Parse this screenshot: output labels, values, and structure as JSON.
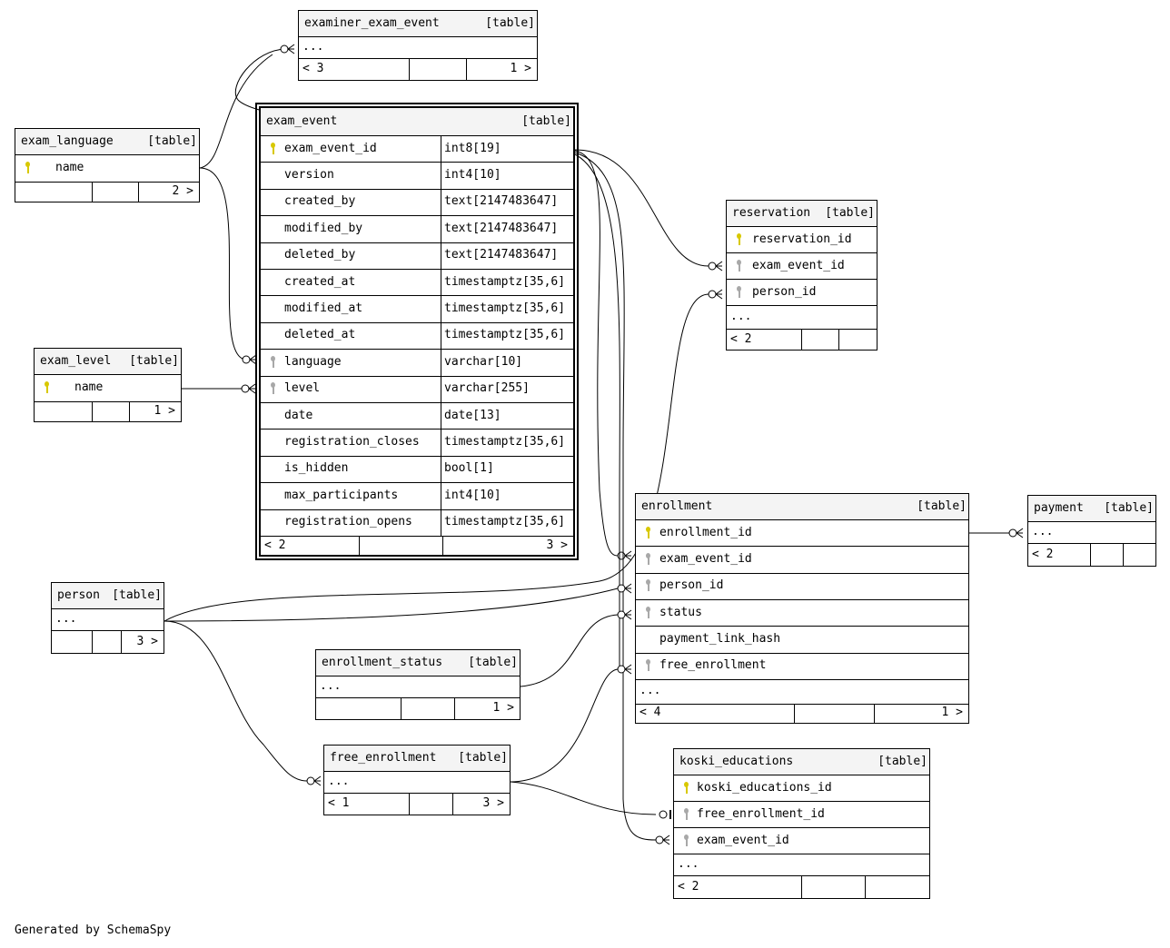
{
  "footer": "Generated by SchemaSpy",
  "table_tag": "[table]",
  "tables": {
    "examiner_exam_event": {
      "name": "examiner_exam_event",
      "ellipsis": "...",
      "parents": "< 3",
      "children": "1 >"
    },
    "exam_language": {
      "name": "exam_language",
      "columns": [
        {
          "name": "name",
          "key": "pk"
        }
      ],
      "children": "2 >"
    },
    "exam_level": {
      "name": "exam_level",
      "columns": [
        {
          "name": "name",
          "key": "pk"
        }
      ],
      "children": "1 >"
    },
    "exam_event": {
      "name": "exam_event",
      "columns": [
        {
          "name": "exam_event_id",
          "type": "int8[19]",
          "key": "pk"
        },
        {
          "name": "version",
          "type": "int4[10]",
          "key": ""
        },
        {
          "name": "created_by",
          "type": "text[2147483647]",
          "key": ""
        },
        {
          "name": "modified_by",
          "type": "text[2147483647]",
          "key": ""
        },
        {
          "name": "deleted_by",
          "type": "text[2147483647]",
          "key": ""
        },
        {
          "name": "created_at",
          "type": "timestamptz[35,6]",
          "key": ""
        },
        {
          "name": "modified_at",
          "type": "timestamptz[35,6]",
          "key": ""
        },
        {
          "name": "deleted_at",
          "type": "timestamptz[35,6]",
          "key": ""
        },
        {
          "name": "language",
          "type": "varchar[10]",
          "key": "fk"
        },
        {
          "name": "level",
          "type": "varchar[255]",
          "key": "fk"
        },
        {
          "name": "date",
          "type": "date[13]",
          "key": ""
        },
        {
          "name": "registration_closes",
          "type": "timestamptz[35,6]",
          "key": ""
        },
        {
          "name": "is_hidden",
          "type": "bool[1]",
          "key": ""
        },
        {
          "name": "max_participants",
          "type": "int4[10]",
          "key": ""
        },
        {
          "name": "registration_opens",
          "type": "timestamptz[35,6]",
          "key": ""
        }
      ],
      "parents": "< 2",
      "children": "3 >"
    },
    "reservation": {
      "name": "reservation",
      "columns": [
        {
          "name": "reservation_id",
          "key": "pk"
        },
        {
          "name": "exam_event_id",
          "key": "fk"
        },
        {
          "name": "person_id",
          "key": "fk"
        }
      ],
      "ellipsis": "...",
      "parents": "< 2"
    },
    "enrollment": {
      "name": "enrollment",
      "columns": [
        {
          "name": "enrollment_id",
          "key": "pk"
        },
        {
          "name": "exam_event_id",
          "key": "fk"
        },
        {
          "name": "person_id",
          "key": "fk"
        },
        {
          "name": "status",
          "key": "fk"
        },
        {
          "name": "payment_link_hash",
          "key": ""
        },
        {
          "name": "free_enrollment",
          "key": "fk"
        }
      ],
      "ellipsis": "...",
      "parents": "< 4",
      "children": "1 >"
    },
    "payment": {
      "name": "payment",
      "ellipsis": "...",
      "parents": "< 2"
    },
    "person": {
      "name": "person",
      "ellipsis": "...",
      "children": "3 >"
    },
    "enrollment_status": {
      "name": "enrollment_status",
      "ellipsis": "...",
      "children": "1 >"
    },
    "free_enrollment": {
      "name": "free_enrollment",
      "ellipsis": "...",
      "parents": "< 1",
      "children": "3 >"
    },
    "koski_educations": {
      "name": "koski_educations",
      "columns": [
        {
          "name": "koski_educations_id",
          "key": "pk"
        },
        {
          "name": "free_enrollment_id",
          "key": "fk"
        },
        {
          "name": "exam_event_id",
          "key": "fk"
        }
      ],
      "ellipsis": "...",
      "parents": "< 2"
    }
  },
  "relationships": [
    {
      "from": "exam_event.exam_event_id",
      "to": "examiner_exam_event"
    },
    {
      "from": "exam_event.exam_event_id",
      "to": "reservation.exam_event_id"
    },
    {
      "from": "exam_event.exam_event_id",
      "to": "enrollment.exam_event_id"
    },
    {
      "from": "exam_event.exam_event_id",
      "to": "koski_educations.exam_event_id"
    },
    {
      "from": "exam_language.name",
      "to": "exam_event.language"
    },
    {
      "from": "exam_level.name",
      "to": "exam_event.level"
    },
    {
      "from": "person",
      "to": "reservation.person_id"
    },
    {
      "from": "person",
      "to": "enrollment.person_id"
    },
    {
      "from": "person",
      "to": "free_enrollment"
    },
    {
      "from": "enrollment_status",
      "to": "enrollment.status"
    },
    {
      "from": "free_enrollment",
      "to": "enrollment.free_enrollment"
    },
    {
      "from": "free_enrollment",
      "to": "koski_educations.free_enrollment_id"
    },
    {
      "from": "enrollment.enrollment_id",
      "to": "payment"
    }
  ]
}
